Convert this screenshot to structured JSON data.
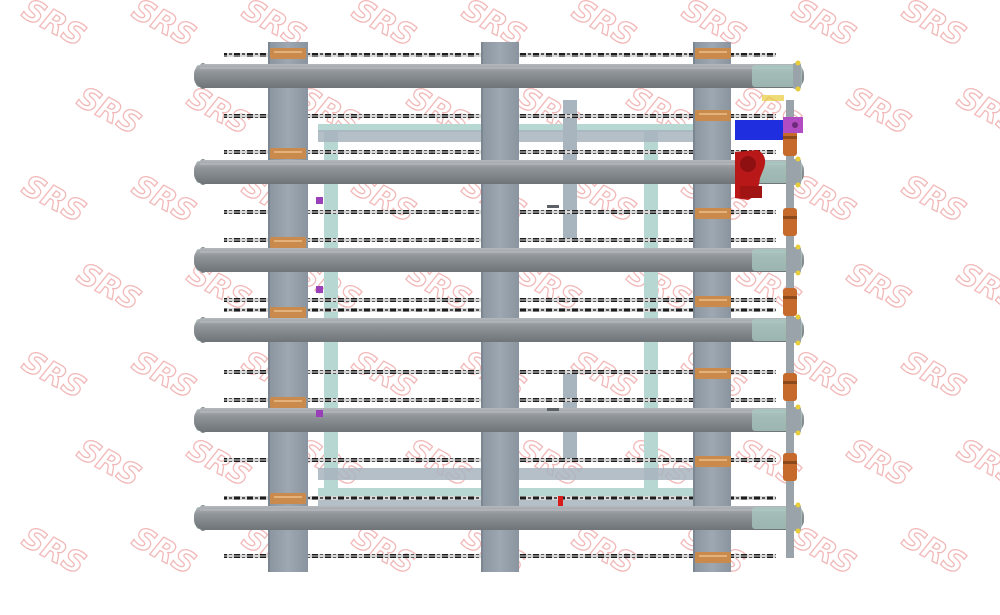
{
  "drawing": {
    "view": "top view",
    "watermark_text": "SRS",
    "colors": {
      "background": "#ffffff",
      "watermark": "#f2b9b9",
      "beam": "#8f9499",
      "beam_shadow": "#6f7479",
      "beam_highlight": "#b4b8bc",
      "column": "#96a0ab",
      "column_edge": "#7c8691",
      "rail": "#a8b4be",
      "guide": "#b7d8d2",
      "chain_link": "#1c1c1c",
      "chain_gap": "#d8d8d8",
      "bracket": "#c98a4c",
      "bracket_light": "#e3b27c",
      "pivot": "#a9c9c0",
      "shaft": "#9aa3aa",
      "coupling": "#c56a2a",
      "motor_blue": "#1f2fe0",
      "gearbox_red": "#b81818",
      "plate_purple": "#b24cc2",
      "marker_purple": "#9b3fb8",
      "marker_red": "#d81c1c",
      "sensor_grey": "#5b6166",
      "bolt_yellow": "#e7cc3b"
    },
    "counts": {
      "rollers": 6,
      "chain_lines": 13,
      "support_columns": 3
    },
    "icons": [
      "motor-icon",
      "gearbox-icon",
      "sensor-icon",
      "coupling-icon"
    ]
  }
}
